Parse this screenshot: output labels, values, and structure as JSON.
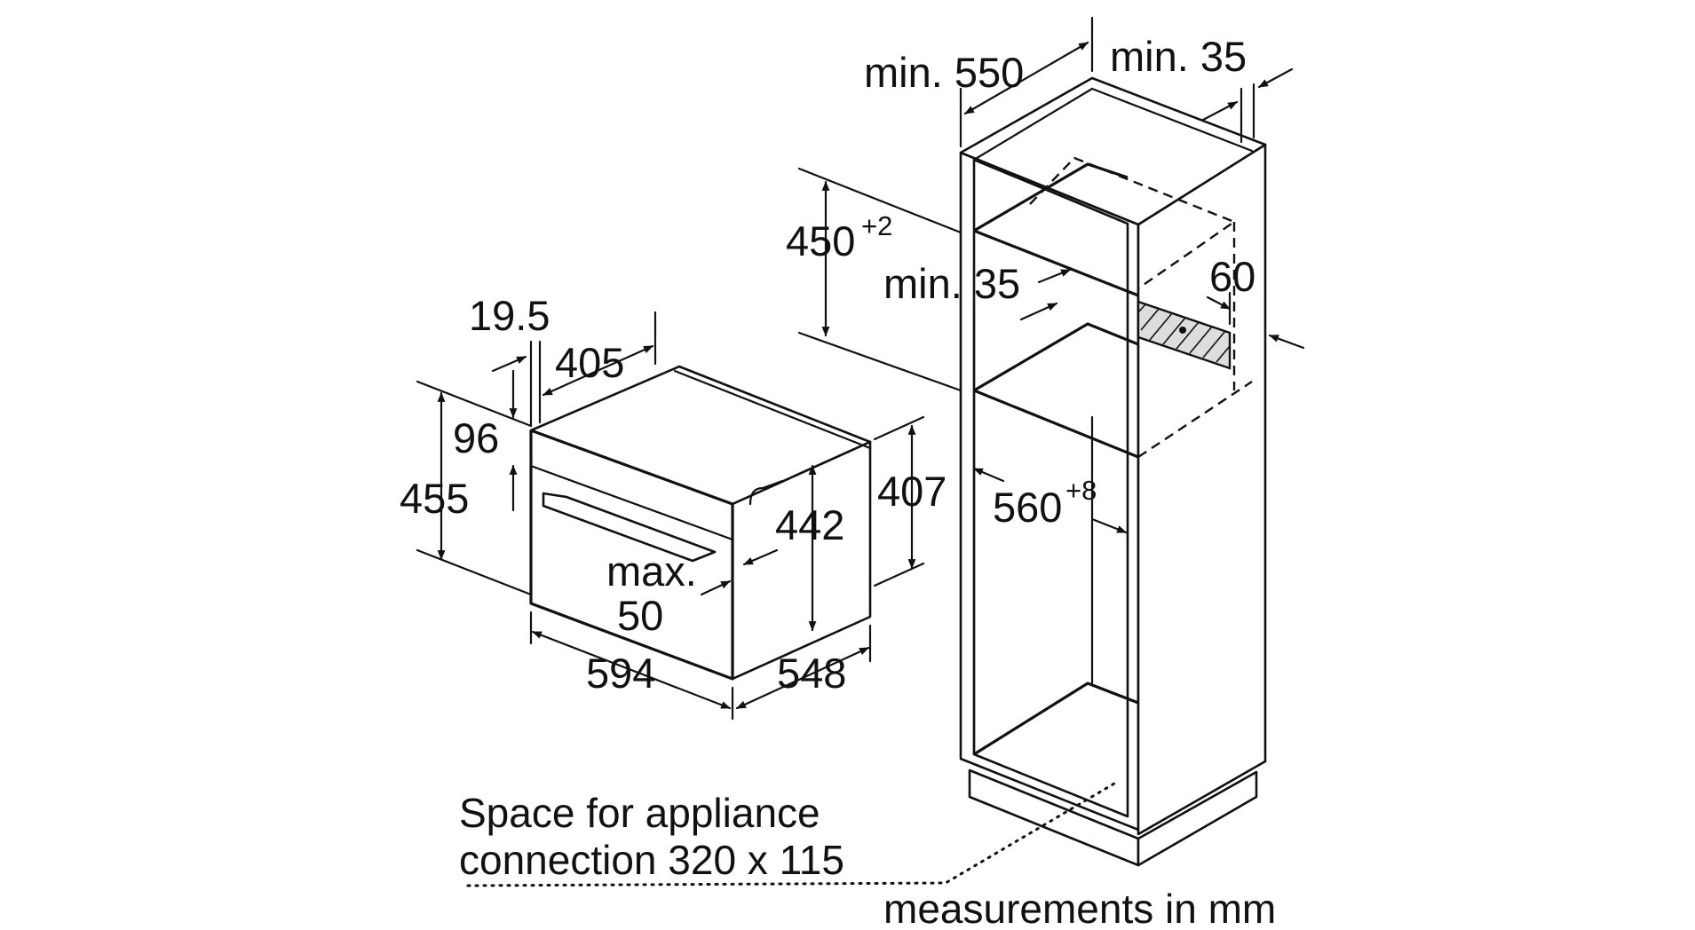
{
  "appliance": {
    "dimensions": {
      "height": "455",
      "width": "594",
      "depth": "548",
      "body_height": "407",
      "top_depth": "405",
      "front_offset": "19.5",
      "panel_height": "96",
      "front_height": "442",
      "max_label": "max.",
      "max_value": "50"
    }
  },
  "cabinet": {
    "dimensions": {
      "min_depth": "min. 550",
      "min_back_gap": "min. 35",
      "niche_height": "450",
      "niche_height_tolerance": "+2",
      "min_shelf_gap": "min. 35",
      "vent_depth": "60",
      "niche_width": "560",
      "niche_width_tolerance": "+8"
    }
  },
  "notes": {
    "connection_line1": "Space for appliance",
    "connection_line2": "connection 320 x 115",
    "units": "measurements in mm"
  },
  "icons": [
    "arrow-icon"
  ]
}
